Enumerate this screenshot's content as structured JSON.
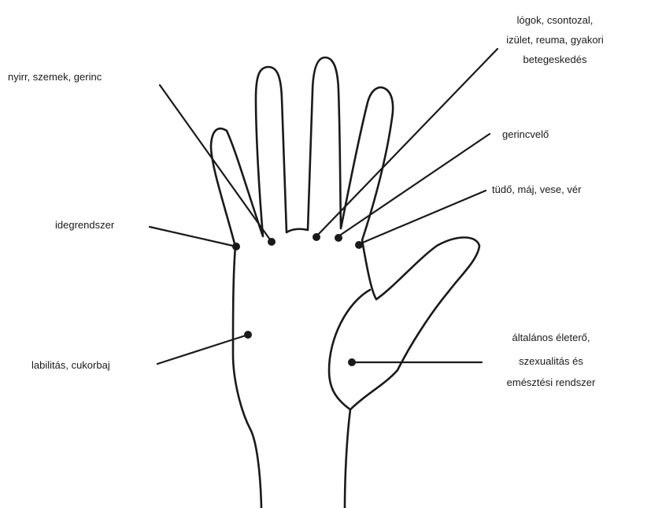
{
  "labels": {
    "foot": "lógok, csontozal,",
    "joints": "izület, reuma, gyakori",
    "frequent_illness": "betegeskedés",
    "eyes_spine": "nyirr, szemek, gerinc",
    "spine": "gerincvelő",
    "lungs_liver": "tüdő, máj, vese, vér",
    "nervous": "idegrendszer",
    "diabetes": "labilitás, cukorbaj",
    "vitality_line1": "általános életerő,",
    "vitality_line2": "szexualitás és",
    "vitality_line3": "emésztési rendszer"
  }
}
